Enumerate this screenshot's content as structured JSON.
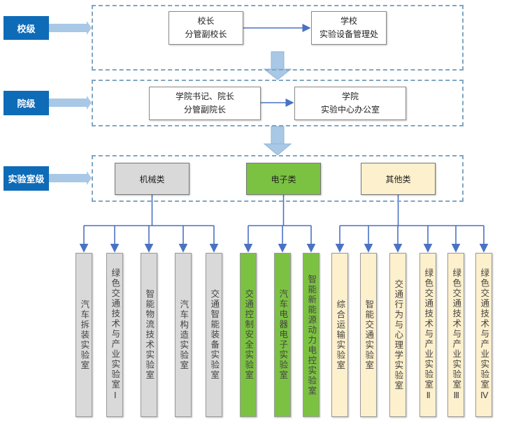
{
  "levels": {
    "school": "校级",
    "college": "院级",
    "lab": "实验室级"
  },
  "school": {
    "left_line1": "校长",
    "left_line2": "分管副校长",
    "right_line1": "学校",
    "right_line2": "实验设备管理处"
  },
  "college": {
    "left_line1": "学院书记、院长",
    "left_line2": "分管副院长",
    "right_line1": "学院",
    "right_line2": "实验中心办公室"
  },
  "categories": [
    {
      "label": "机械类",
      "color": "#d9d9d9"
    },
    {
      "label": "电子类",
      "color": "#7cc242"
    },
    {
      "label": "其他类",
      "color": "#fdf0cc"
    }
  ],
  "labs": [
    {
      "name": "汽车拆装实验室",
      "cat": 0
    },
    {
      "name": "绿色交通技术与产业实验室Ⅰ",
      "cat": 0
    },
    {
      "name": "智能物流技术实验室",
      "cat": 0
    },
    {
      "name": "汽车构造实验室",
      "cat": 0
    },
    {
      "name": "交通智能装备实验室",
      "cat": 0
    },
    {
      "name": "交通控制安全实验室",
      "cat": 1
    },
    {
      "name": "汽车电器电子实验室",
      "cat": 1
    },
    {
      "name": "智能新能源动力电控实验室",
      "cat": 1
    },
    {
      "name": "综合运输实验室",
      "cat": 2
    },
    {
      "name": "智能交通实验室",
      "cat": 2
    },
    {
      "name": "交通行为与心理学实验室",
      "cat": 2
    },
    {
      "name": "绿色交通技术与产业实验室Ⅱ",
      "cat": 2
    },
    {
      "name": "绿色交通技术与产业实验室Ⅲ",
      "cat": 2
    },
    {
      "name": "绿色交通技术与产业实验室Ⅳ",
      "cat": 2
    }
  ],
  "colors": {
    "arrow": "#4a72c4",
    "level_label": "#0e6bb8",
    "light_arrow": "#a9c8e6"
  }
}
